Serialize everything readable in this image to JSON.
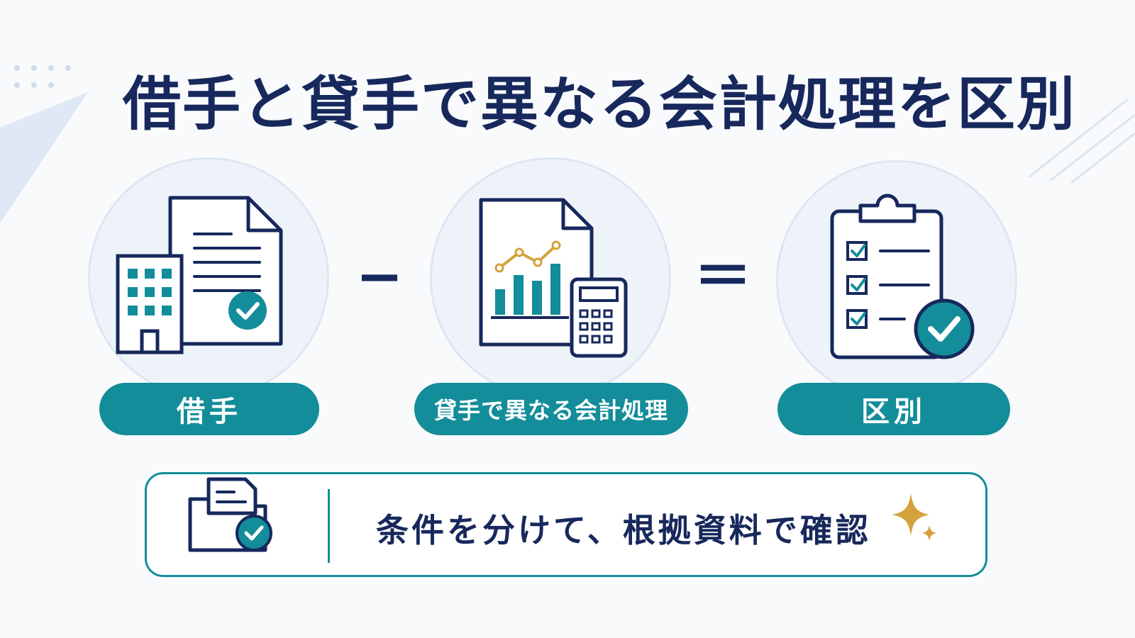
{
  "title": "借手と貸手で異なる会計処理を区別",
  "equation": {
    "operator_minus": "−",
    "operator_equals": "＝",
    "steps": [
      {
        "label": "借手",
        "icon": "building-document-icon"
      },
      {
        "label": "貸手で異なる会計処理",
        "icon": "chart-calculator-icon"
      },
      {
        "label": "区別",
        "icon": "clipboard-checklist-icon"
      }
    ]
  },
  "note": {
    "text": "条件を分けて、根拠資料で確認",
    "icon": "folder-check-icon",
    "decoration": "sparkle-icon"
  },
  "colors": {
    "navy": "#17285c",
    "teal": "#138d99",
    "gold": "#d4a23c",
    "circle_bg": "#eef3fa"
  }
}
